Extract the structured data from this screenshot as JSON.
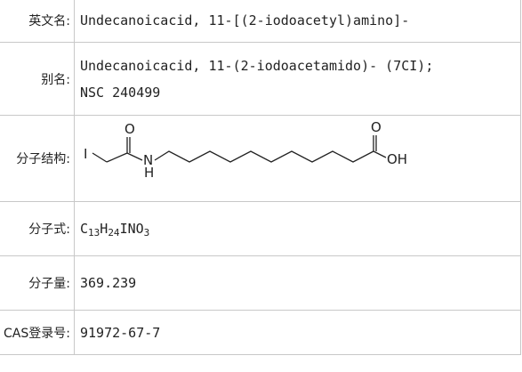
{
  "rows": {
    "english_name": {
      "label": "英文名:",
      "value": "Undecanoicacid, 11-[(2-iodoacetyl)amino]-"
    },
    "synonyms": {
      "label": "别名:",
      "line1": "Undecanoicacid, 11-(2-iodoacetamido)- (7CI);",
      "line2": "NSC 240499"
    },
    "structure": {
      "label": "分子结构:",
      "atoms": {
        "iodine": "I",
        "oxygen1": "O",
        "nitrogen": "N",
        "hydrogen": "H",
        "oxygen2": "O",
        "hydroxyl": "OH"
      }
    },
    "formula": {
      "label": "分子式:",
      "c": "C",
      "c_count": "13",
      "h": "H",
      "h_count": "24",
      "rest": "INO",
      "o_count": "3"
    },
    "weight": {
      "label": "分子量:",
      "value": "369.239"
    },
    "cas": {
      "label": "CAS登录号:",
      "value": "91972-67-7"
    }
  }
}
